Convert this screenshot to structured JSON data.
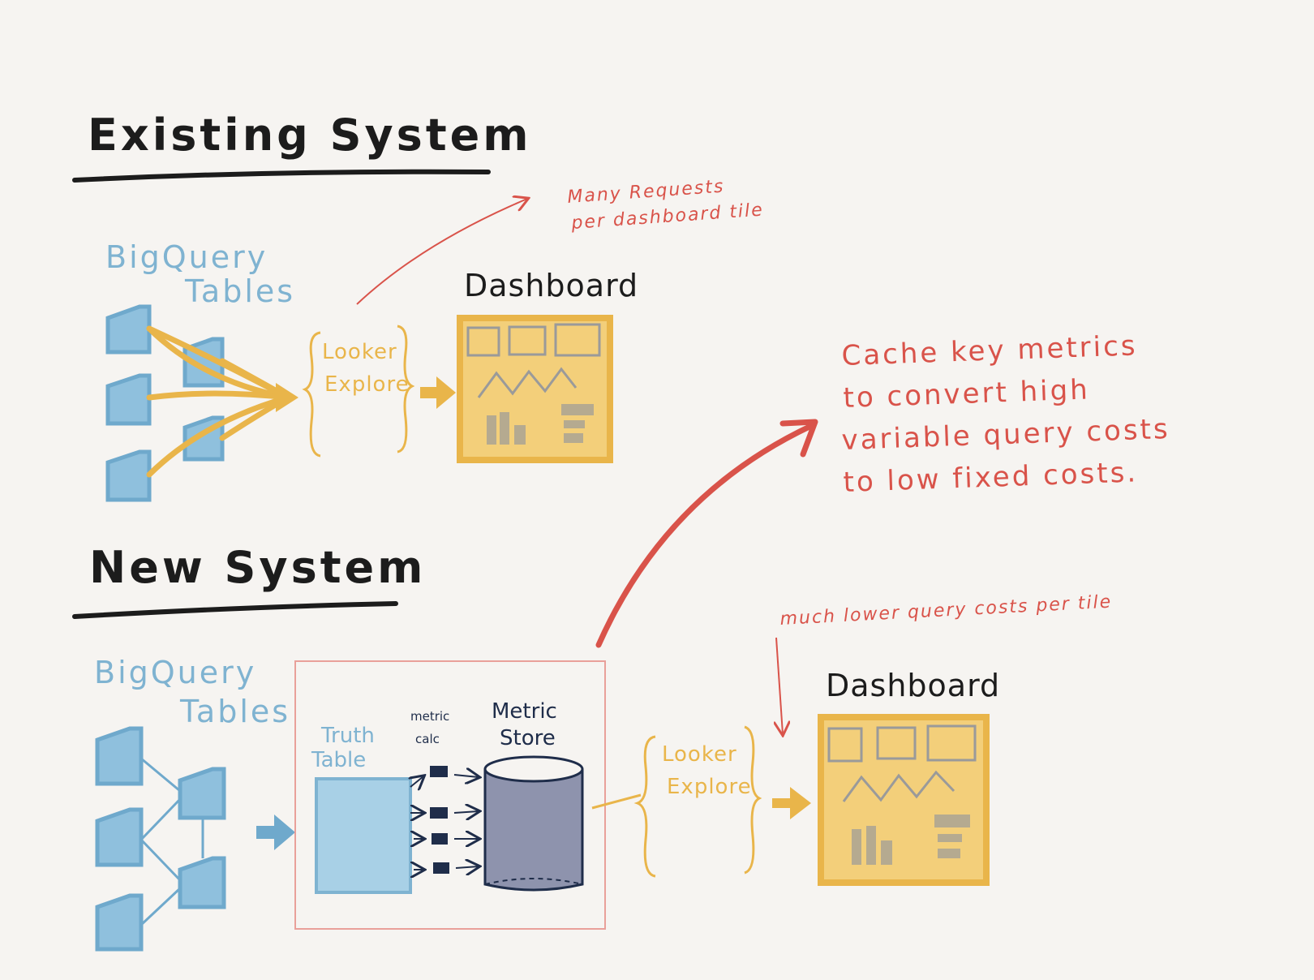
{
  "existing": {
    "title": "Existing System",
    "bq_line1": "BigQuery",
    "bq_line2": "Tables",
    "looker_line1": "Looker",
    "looker_line2": "Explore",
    "dashboard": "Dashboard",
    "note_line1": "Many Requests",
    "note_line2": "per dashboard tile"
  },
  "new": {
    "title": "New System",
    "bq_line1": "BigQuery",
    "bq_line2": "Tables",
    "truth_line1": "Truth",
    "truth_line2": "Table",
    "metric_calc_line1": "metric",
    "metric_calc_line2": "calc",
    "metric_store_line1": "Metric",
    "metric_store_line2": "Store",
    "looker_line1": "Looker",
    "looker_line2": "Explore",
    "dashboard": "Dashboard",
    "note": "much lower query costs per tile"
  },
  "cache_note": {
    "line1": "Cache key metrics",
    "line2": "to convert high",
    "line3": "variable query costs",
    "line4": "to low fixed costs."
  },
  "colors": {
    "table_blue": "#6fa9cc",
    "looker_yellow": "#e9b54a",
    "note_red": "#d9534a",
    "ink": "#1c1c1c",
    "navy": "#1f2d4a"
  }
}
